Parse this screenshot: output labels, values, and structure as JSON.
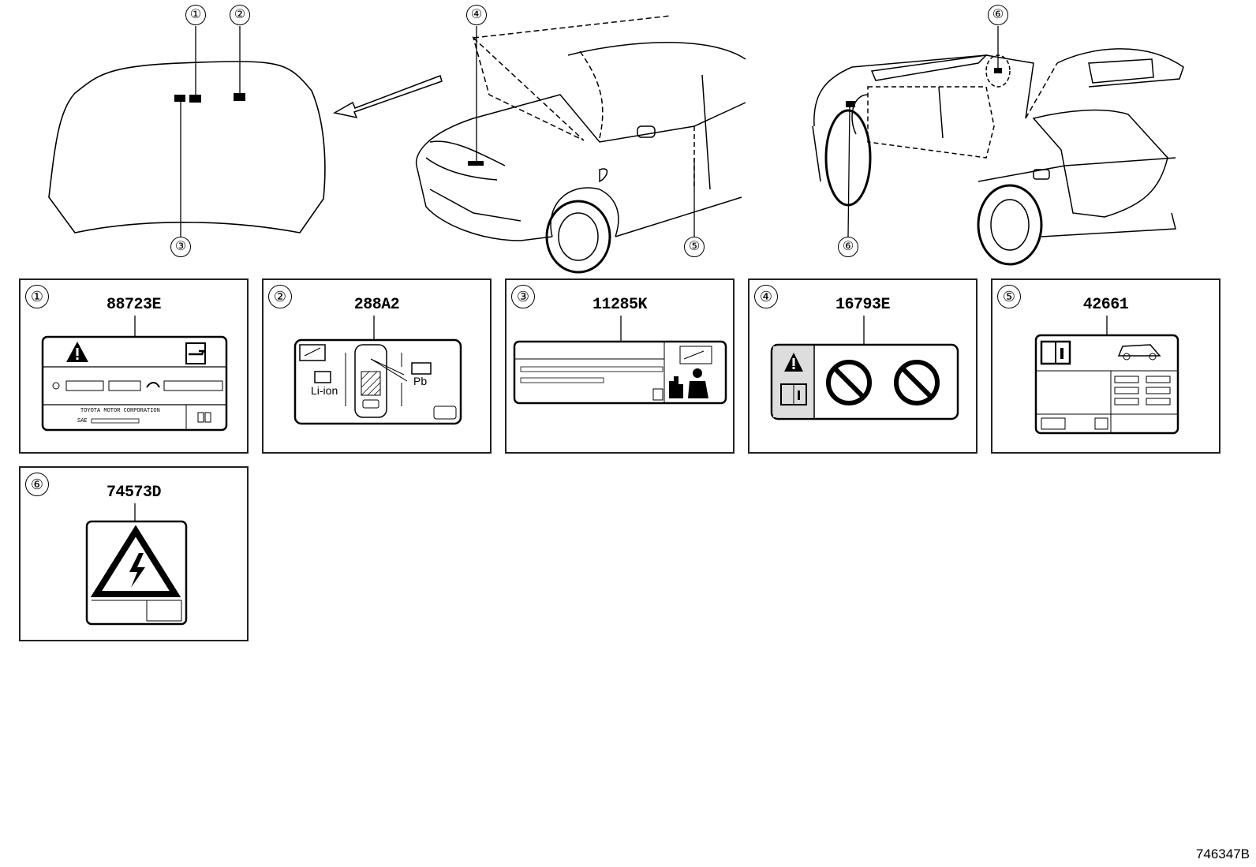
{
  "diagram_id": "746347B",
  "callouts": [
    {
      "num": "①"
    },
    {
      "num": "②"
    },
    {
      "num": "③"
    },
    {
      "num": "④"
    },
    {
      "num": "⑤"
    },
    {
      "num": "⑥"
    },
    {
      "num": "⑥"
    }
  ],
  "labels": [
    {
      "num": "①",
      "part_no": "88723E",
      "text_line": "TOYOTA  MOTOR  CORPORATION",
      "text_small": "SAE"
    },
    {
      "num": "②",
      "part_no": "288A2",
      "li_ion": "Li-ion",
      "pb": "Pb"
    },
    {
      "num": "③",
      "part_no": "11285K"
    },
    {
      "num": "④",
      "part_no": "16793E"
    },
    {
      "num": "⑤",
      "part_no": "42661"
    },
    {
      "num": "⑥",
      "part_no": "74573D"
    }
  ],
  "icons": [
    "warning-triangle-icon",
    "wrench-manual-icon",
    "book-info-icon",
    "no-child-seat-icon",
    "high-voltage-icon",
    "car-outline-icon",
    "battery-icon",
    "stop-hand-icon"
  ]
}
